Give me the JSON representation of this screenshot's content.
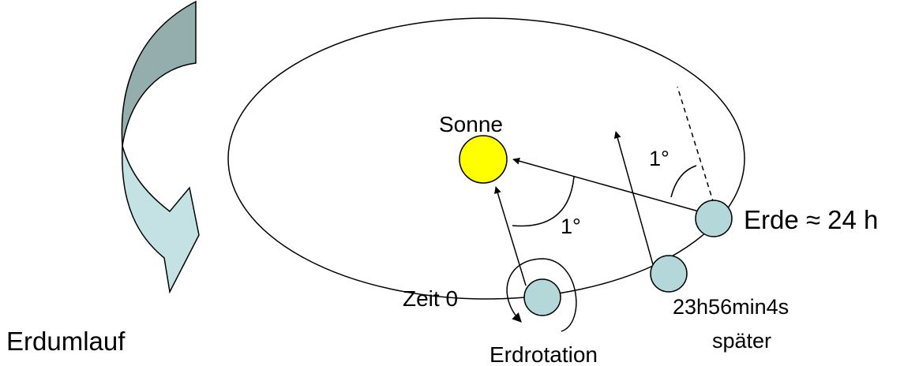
{
  "labels": {
    "sun": "Sonne",
    "angle_center": "1°",
    "angle_right": "1°",
    "earth_right": "Erde ≈ 24 h",
    "time_zero": "Zeit 0",
    "later_line1": "23h56min4s",
    "later_line2": "später",
    "orbit": "Erdumlauf",
    "rotation": "Erdrotation"
  },
  "colors": {
    "sun_fill": "#ffff00",
    "earth_fill": "#b4d7da",
    "arrow_top_fill": "#94aeae",
    "arrow_bottom_fill": "#c4e2e4",
    "stroke": "#000000"
  }
}
